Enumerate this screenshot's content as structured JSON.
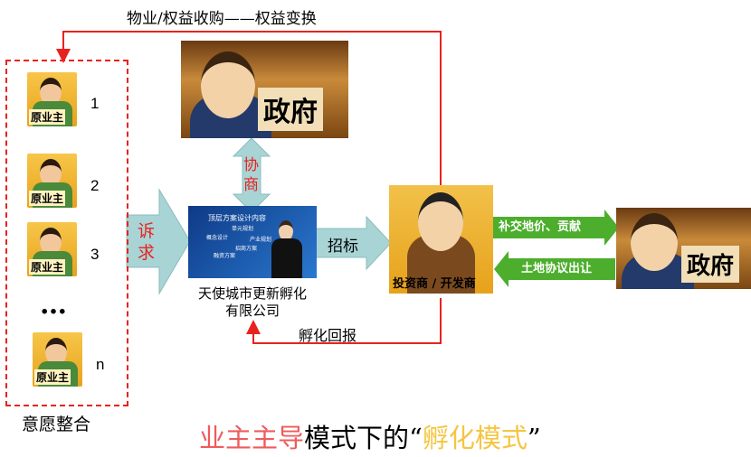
{
  "top_label": "物业/权益收购——权益变换",
  "owners": [
    {
      "label": "原业主",
      "num": "1"
    },
    {
      "label": "原业主",
      "num": "2"
    },
    {
      "label": "原业主",
      "num": "3"
    },
    {
      "label": "原业主",
      "num": "n"
    }
  ],
  "ellipsis": "…",
  "owners_caption": "意愿整合",
  "government_label": "政府",
  "negotiate_label": "协商",
  "appeal_label": "诉求",
  "company": {
    "screen_title": "顶层方案设计内容",
    "screen_items": [
      "单元规划",
      "概念设计",
      "产业规划",
      "招商方案",
      "融资方案"
    ],
    "caption": "天使城市更新孵化有限公司"
  },
  "bidding_label": "招标",
  "investor_label": "投资商 / 开发商",
  "pay_label": "补交地价、贡献",
  "land_label": "土地协议出让",
  "return_label": "孵化回报",
  "title": {
    "part1": "业主主导",
    "part2": "模式下的“",
    "part3": "孵化模式",
    "part4": "”"
  },
  "colors": {
    "red": "#e8231e",
    "teal": "#a9d4d6",
    "green": "#4cae2c",
    "pink": "#ef5b5b",
    "gold": "#f5c542"
  }
}
